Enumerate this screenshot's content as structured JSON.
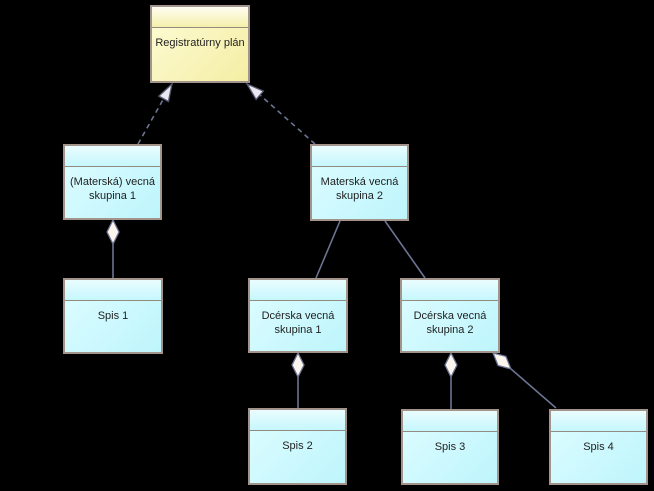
{
  "diagram": {
    "title_hint": "Registratúrny plán structure diagram",
    "colors": {
      "background": "#000000",
      "node_border": "#A2948A",
      "cyan_node_fill": "#C9FAFE",
      "root_node_fill": "#F9F4B4",
      "connector_line": "#6B7492",
      "arrowhead_fill": "#EAE7F0",
      "aggregation_diamond_fill": "#FBF5EE",
      "text": "#1F1F1F"
    },
    "nodes": [
      {
        "id": "registraturny-plan",
        "label1": "Registratúrny plán",
        "label2": ""
      },
      {
        "id": "materska-vecna-skupina-1",
        "label1": "(Materská) vecná",
        "label2": "skupina 1"
      },
      {
        "id": "materska-vecna-skupina-2",
        "label1": "Materská vecná",
        "label2": "skupina 2"
      },
      {
        "id": "spis-1",
        "label1": "Spis 1",
        "label2": ""
      },
      {
        "id": "dcerska-vecna-skupina-1",
        "label1": "Dcérska vecná",
        "label2": "skupina 1"
      },
      {
        "id": "dcerska-vecna-skupina-2",
        "label1": "Dcérska vecná",
        "label2": "skupina 2"
      },
      {
        "id": "spis-2",
        "label1": "Spis 2",
        "label2": ""
      },
      {
        "id": "spis-3",
        "label1": "Spis 3",
        "label2": ""
      },
      {
        "id": "spis-4",
        "label1": "Spis 4",
        "label2": ""
      }
    ],
    "edges": [
      {
        "from": "materska-vecna-skupina-1",
        "to": "registraturny-plan",
        "type": "dependency-dashed-arrow"
      },
      {
        "from": "materska-vecna-skupina-2",
        "to": "registraturny-plan",
        "type": "dependency-dashed-arrow"
      },
      {
        "from": "materska-vecna-skupina-2",
        "to": "dcerska-vecna-skupina-1",
        "type": "association"
      },
      {
        "from": "materska-vecna-skupina-2",
        "to": "dcerska-vecna-skupina-2",
        "type": "association"
      },
      {
        "from": "materska-vecna-skupina-1",
        "to": "spis-1",
        "type": "aggregation-diamond"
      },
      {
        "from": "dcerska-vecna-skupina-1",
        "to": "spis-2",
        "type": "aggregation-diamond"
      },
      {
        "from": "dcerska-vecna-skupina-2",
        "to": "spis-3",
        "type": "aggregation-diamond"
      },
      {
        "from": "dcerska-vecna-skupina-2",
        "to": "spis-4",
        "type": "aggregation-diamond"
      }
    ]
  }
}
